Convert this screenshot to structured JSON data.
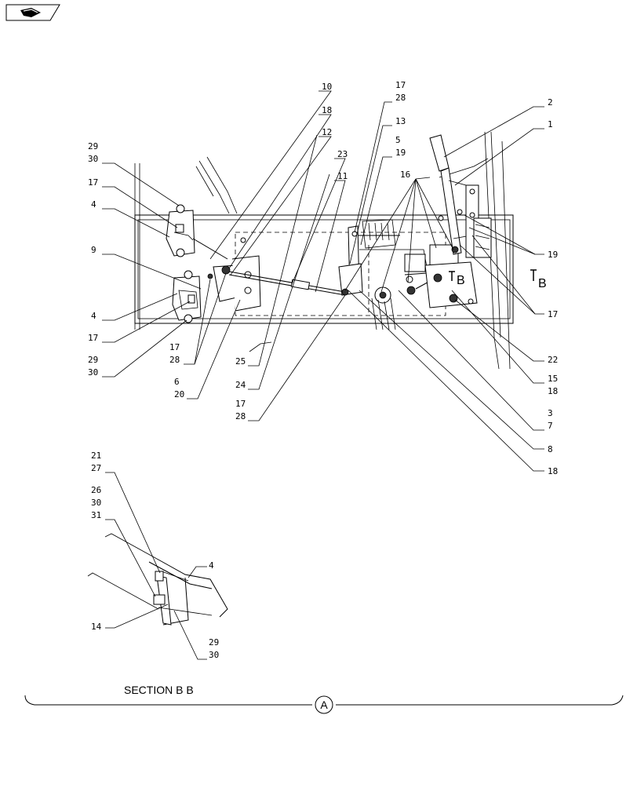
{
  "nav": {
    "icon": "arrow-back-icon"
  },
  "section_label": "SECTION B B",
  "view_marker": "A",
  "b_marker": "B",
  "b_marker_main": "B",
  "callouts": {
    "c10": "10",
    "c18a": "18",
    "c12": "12",
    "c23": "23",
    "c11": "11",
    "c17_28_top": [
      "17",
      "28"
    ],
    "c13": "13",
    "c5_19": [
      "5",
      "19"
    ],
    "c16": "16",
    "c2": "2",
    "c1": "1",
    "c29_30_a": [
      "29",
      "30"
    ],
    "c17_a": "17",
    "c4_a": "4",
    "c9": "9",
    "c4_b": "4",
    "c17_b": "17",
    "c29_30_b": [
      "29",
      "30"
    ],
    "c17_28_mid": [
      "17",
      "28"
    ],
    "c6_20": [
      "6",
      "20"
    ],
    "c25": "25",
    "c24": "24",
    "c17_28_bot": [
      "17",
      "28"
    ],
    "c19": "19",
    "c17_r": "17",
    "c22": "22",
    "c15_18": [
      "15",
      "18"
    ],
    "c3_7": [
      "3",
      "7"
    ],
    "c8": "8",
    "c18b": "18",
    "c21_27": [
      "21",
      "27"
    ],
    "c26_30_31": [
      "26",
      "30",
      "31"
    ],
    "c4_c": "4",
    "c14": "14",
    "c29_30_c": [
      "29",
      "30"
    ]
  }
}
